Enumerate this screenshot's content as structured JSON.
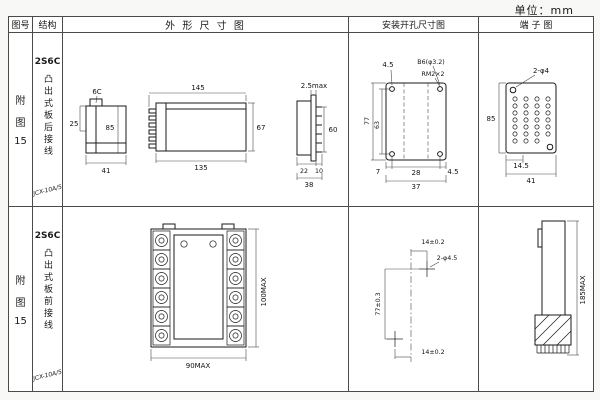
{
  "page": {
    "unit_label": "单位：mm"
  },
  "headers": {
    "fig_no": "图号",
    "structure": "结构",
    "outline": "外 形 尺 寸 图",
    "mounting": "安装开孔尺寸图",
    "terminal": "端 子 图"
  },
  "row1": {
    "fig_line1": "附",
    "fig_line2": "图",
    "fig_line3": "15",
    "model": "2S6C",
    "structure_text": "凸出式板后接线",
    "model_sub": "JCX-10A/5",
    "outline": {
      "label_6c": "6C",
      "dim_25": "25",
      "dim_85": "85",
      "dim_41": "41",
      "dim_145": "145",
      "dim_135": "135",
      "dim_67": "67",
      "dim_2_5max": "2.5max",
      "dim_60": "60",
      "dim_22": "22",
      "dim_10": "10",
      "dim_38": "38"
    },
    "mounting": {
      "dim_4_5_top": "4.5",
      "label_b6": "B6(φ3.2)",
      "label_rm2": "RM2×2",
      "dim_77": "77",
      "dim_63": "63",
      "dim_7": "7",
      "dim_28": "28",
      "dim_4_5_bottom": "4.5",
      "dim_37": "37"
    },
    "terminal": {
      "label_2phi4": "2-φ4",
      "dim_85": "85",
      "dim_14_5": "14.5",
      "dim_41": "41"
    }
  },
  "row2": {
    "fig_line1": "附",
    "fig_line2": "图",
    "fig_line3": "15",
    "model": "2S6C",
    "structure_text": "凸出式板前接线",
    "model_sub": "JCX-10A/5",
    "outline": {
      "dim_90max": "90MAX",
      "dim_100max": "100MAX"
    },
    "mounting": {
      "dim_14_top": "14±0.2",
      "label_2phi4_5": "2-φ4.5",
      "dim_77": "77±0.3",
      "dim_14_bottom": "14±0.2"
    },
    "terminal": {
      "dim_185max": "185MAX"
    }
  }
}
